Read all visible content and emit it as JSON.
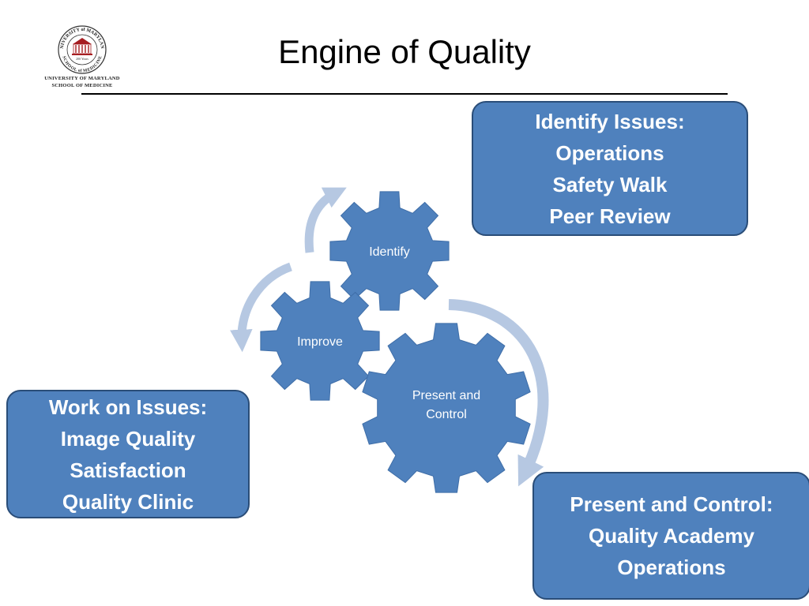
{
  "header": {
    "title": "Engine of Quality"
  },
  "logo": {
    "line1": "UNIVERSITY OF MARYLAND",
    "line2": "SCHOOL OF MEDICINE",
    "seal_arc_text": "UNIVERSITY of MARYLAND",
    "seal_bottom_text": "SCHOOL of MEDICINE",
    "seal_years": "200 Years"
  },
  "gears": {
    "identify": "Identify",
    "improve": "Improve",
    "present_line1": "Present and",
    "present_line2": "Control"
  },
  "callouts": {
    "identify": [
      "Identify Issues:",
      "Operations",
      "Safety Walk",
      "Peer Review"
    ],
    "work": [
      "Work on Issues:",
      "Image Quality",
      "Satisfaction",
      "Quality Clinic"
    ],
    "present": [
      "Present and Control:",
      "Quality Academy",
      "Operations"
    ]
  },
  "colors": {
    "gear": "#4f81bd",
    "gear_stroke": "#3f6ea8",
    "arrow": "#b6c8e2",
    "callout_border": "#2a4d78"
  }
}
